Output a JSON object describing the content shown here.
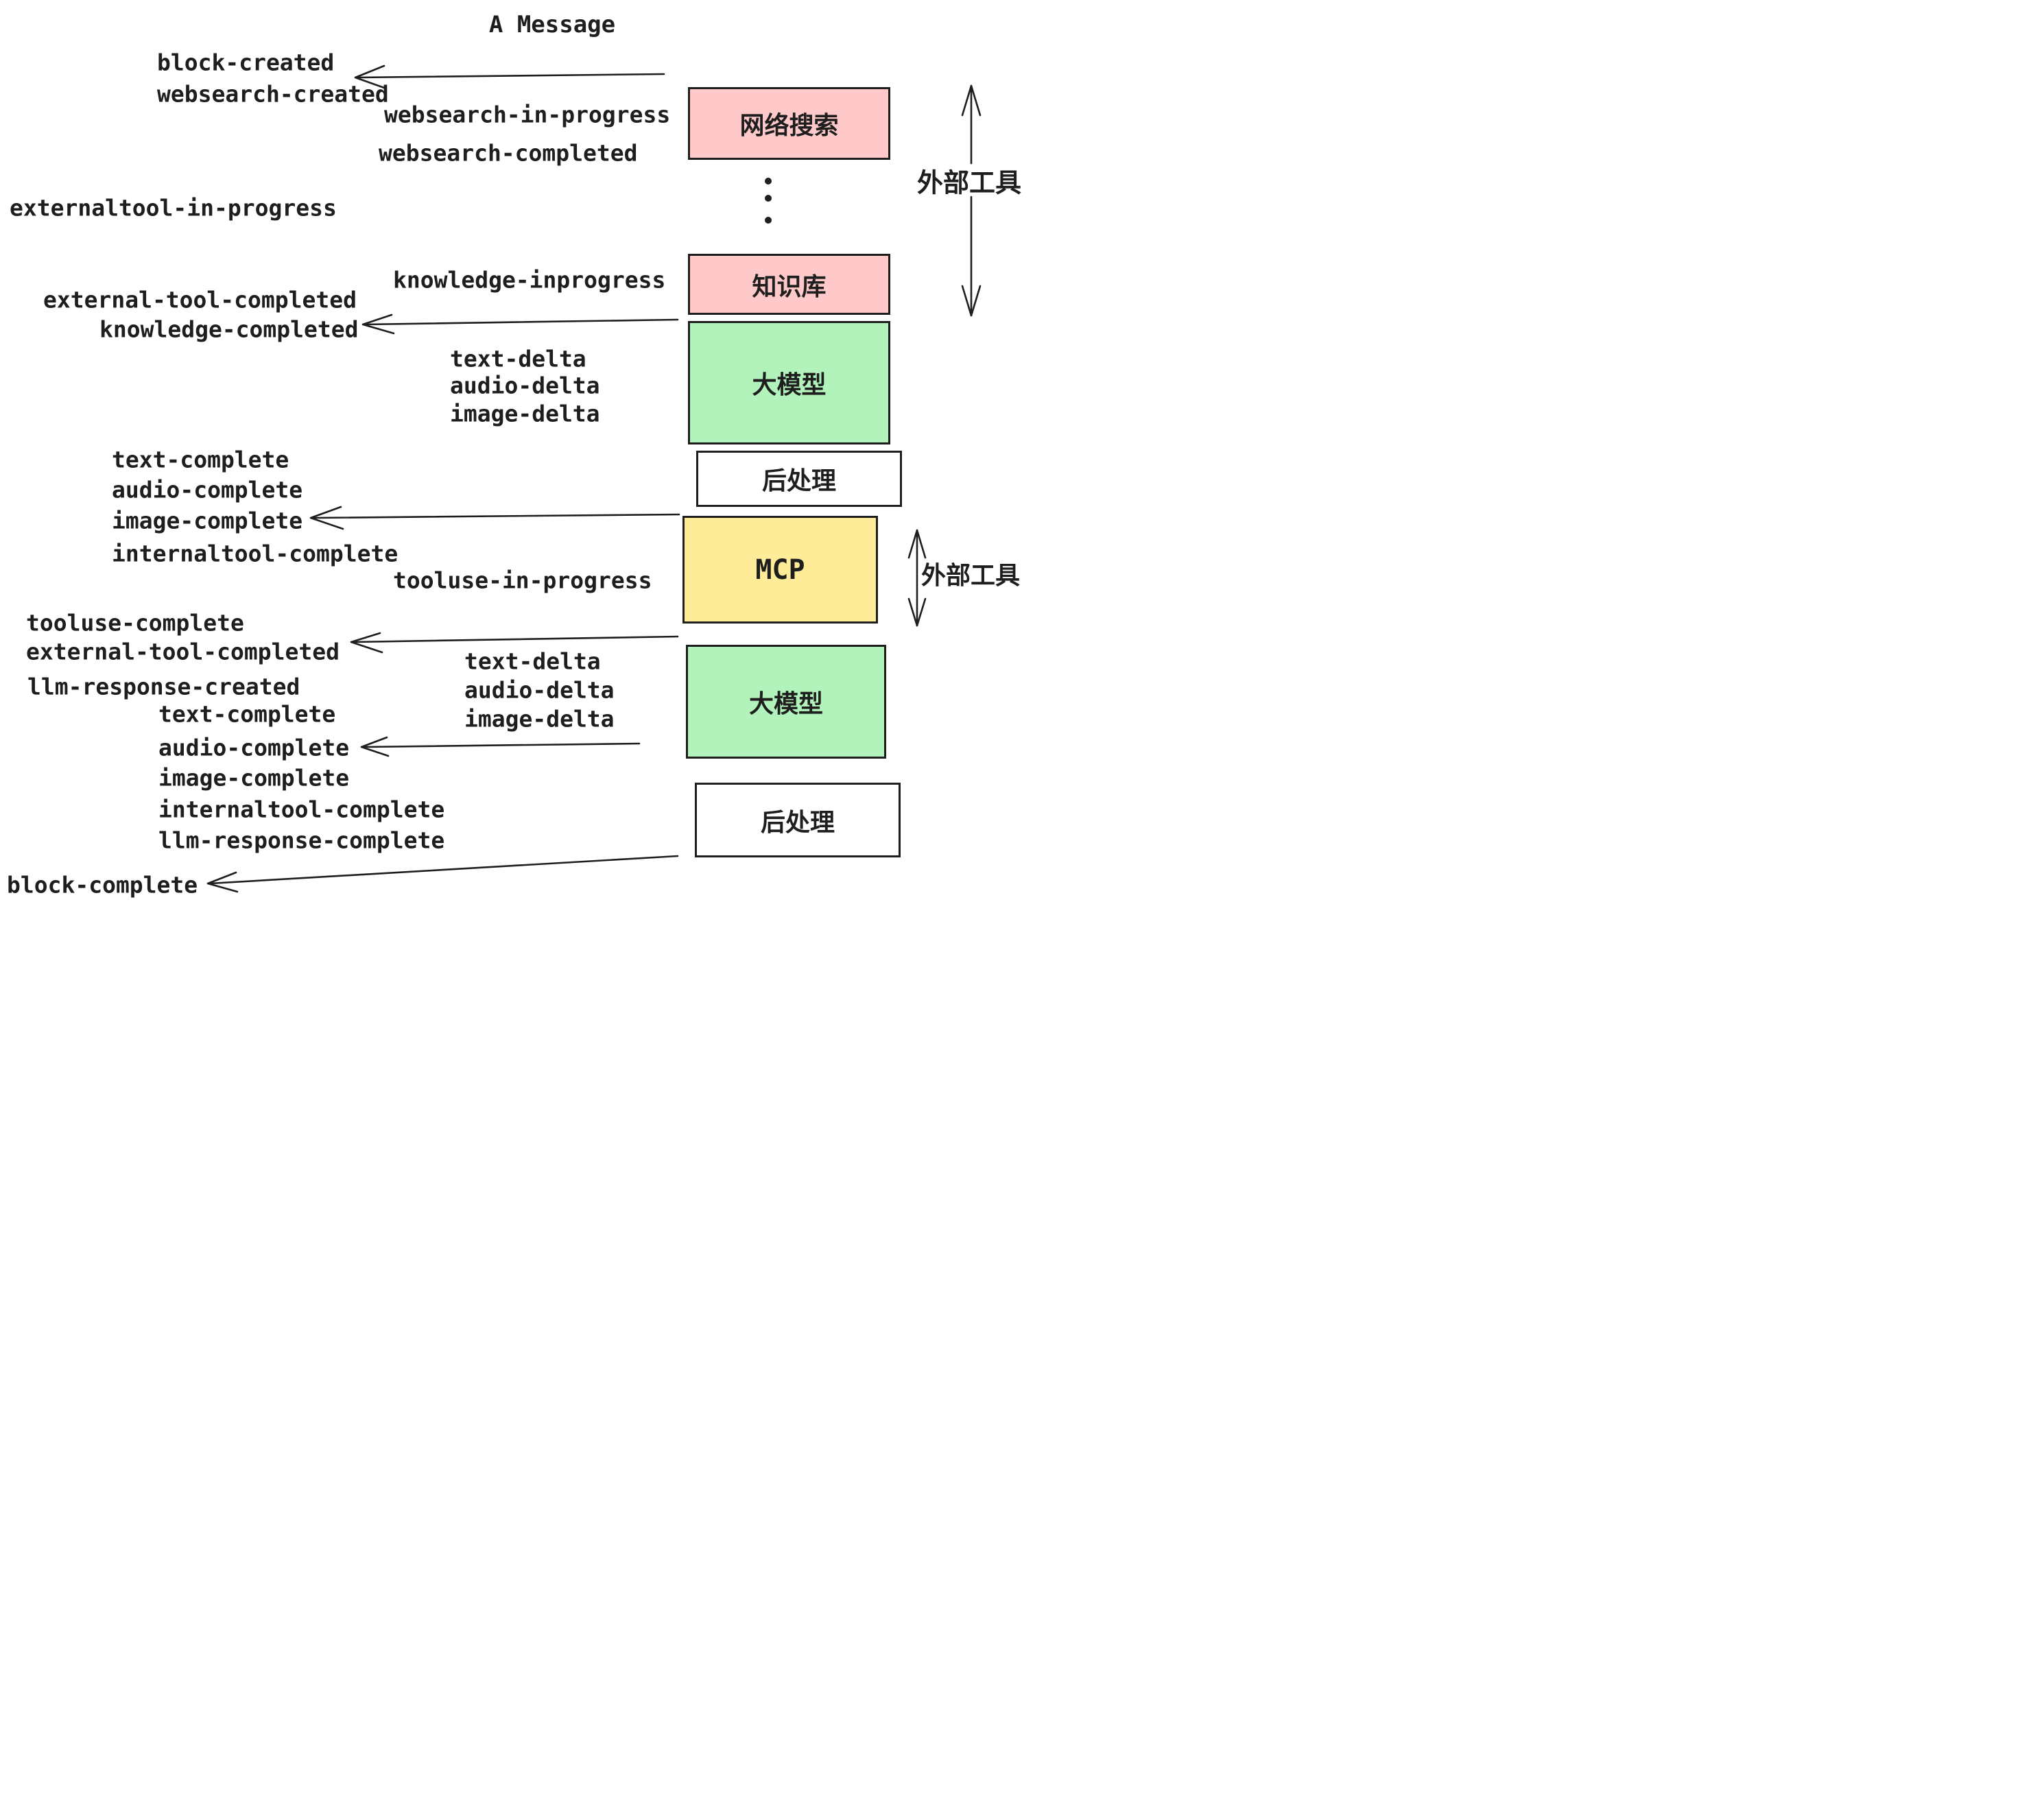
{
  "title": "A Message",
  "colors": {
    "pink": "#ffc9c9",
    "green": "#b2f2bb",
    "yellow": "#ffec99",
    "white": "#ffffff",
    "stroke": "#1e1e1e"
  },
  "boxes": {
    "websearch": {
      "label": "网络搜索",
      "fill": "#ffc9c9"
    },
    "knowledge": {
      "label": "知识库",
      "fill": "#ffc9c9"
    },
    "llm_top": {
      "label": "大模型",
      "fill": "#b2f2bb"
    },
    "postprocess_top": {
      "label": "后处理",
      "fill": "#ffffff"
    },
    "mcp": {
      "label": "MCP",
      "fill": "#ffec99"
    },
    "llm_bottom": {
      "label": "大模型",
      "fill": "#b2f2bb"
    },
    "postprocess_bottom": {
      "label": "后处理",
      "fill": "#ffffff"
    }
  },
  "side_labels": {
    "external_tools_top": "外部工具",
    "external_tools_middle": "外部工具"
  },
  "events": {
    "block_created": "block-created",
    "websearch_created": "websearch-created",
    "websearch_in_progress": "websearch-in-progress",
    "websearch_completed": "websearch-completed",
    "externaltool_in_progress": "externaltool-in-progress",
    "knowledge_inprogress": "knowledge-inprogress",
    "external_tool_completed": "external-tool-completed",
    "knowledge_completed": "knowledge-completed",
    "text_delta_1": "text-delta",
    "audio_delta_1": "audio-delta",
    "image_delta_1": "image-delta",
    "text_complete_1": "text-complete",
    "audio_complete_1": "audio-complete",
    "image_complete_1": "image-complete",
    "internaltool_complete_1": "internaltool-complete",
    "tooluse_in_progress": "tooluse-in-progress",
    "tooluse_complete": "tooluse-complete",
    "external_tool_completed_2": "external-tool-completed",
    "llm_response_created": "llm-response-created",
    "text_delta_2": "text-delta",
    "audio_delta_2": "audio-delta",
    "image_delta_2": "image-delta",
    "text_complete_2": "text-complete",
    "audio_complete_2": "audio-complete",
    "image_complete_2": "image-complete",
    "internaltool_complete_2": "internaltool-complete",
    "llm_response_complete": "llm-response-complete",
    "block_complete": "block-complete"
  }
}
